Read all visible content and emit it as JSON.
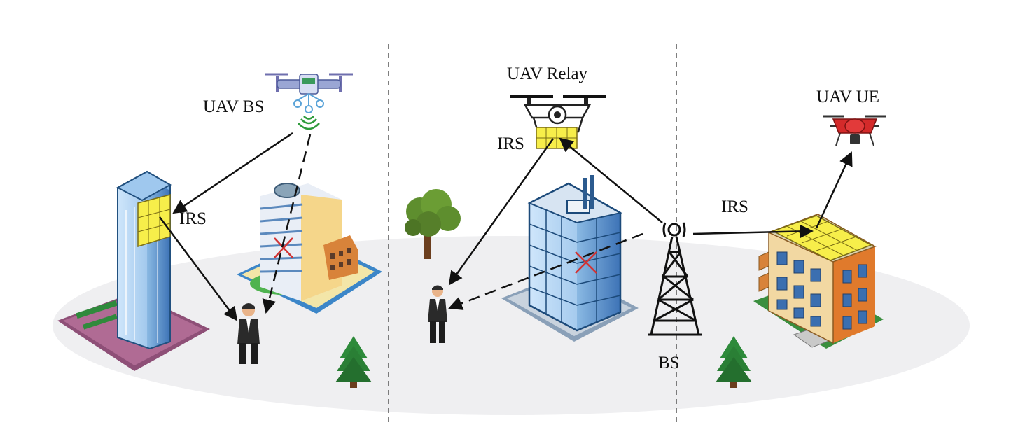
{
  "labels": {
    "uav_bs": "UAV BS",
    "irs_left": "IRS",
    "uav_relay": "UAV Relay",
    "irs_relay": "IRS",
    "uav_ue": "UAV UE",
    "irs_right": "IRS",
    "bs": "BS"
  },
  "icons": {
    "uav_bs": "drone-icon",
    "uav_relay": "drone-icon",
    "uav_ue": "drone-icon",
    "bs": "cell-tower-icon",
    "users": "person-icon",
    "trees": "tree-icon",
    "blockage": "x-mark-icon"
  },
  "colors": {
    "ground": "#efeff1",
    "irs_panel": "#f7ee4a",
    "link": "#111111",
    "uav_ue": "#d42a2a",
    "blockage_mark": "#d23434"
  }
}
